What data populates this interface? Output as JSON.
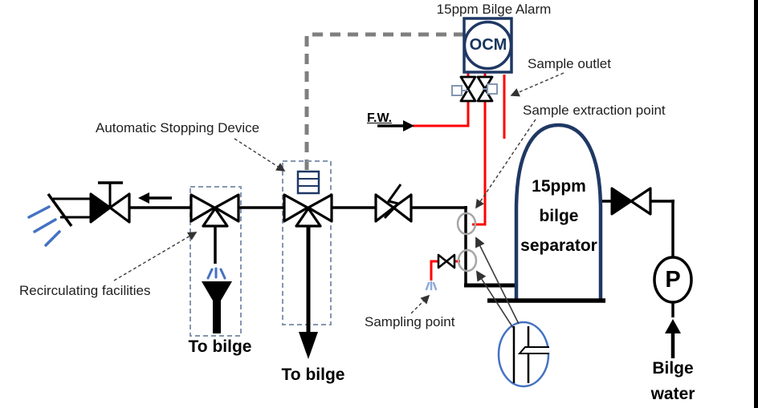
{
  "title": "15ppm Bilge Alarm",
  "ocm": "OCM",
  "labels": {
    "sample_outlet": "Sample outlet",
    "sample_extraction_point": "Sample extraction point",
    "fresh_water": "F.W.",
    "automatic_stopping_device": "Automatic Stopping Device",
    "recirculating_facilities": "Recirculating facilities",
    "sampling_point": "Sampling point",
    "to_bilge_left": "To bilge",
    "to_bilge_center": "To bilge"
  },
  "separator": {
    "line1": "15ppm",
    "line2": "bilge",
    "line3": "separator"
  },
  "pump": "P",
  "bilge_water": {
    "line1": "Bilge",
    "line2": "water"
  },
  "colors": {
    "navy_outline": "#1f3864",
    "pipe_black": "#000000",
    "sample_line_red": "#ff0000",
    "signal_gray": "#7f7f7f",
    "dashed_enclosure_blue_gray": "#8496b0",
    "spray_blue": "#4472c4",
    "detail_circle_blue": "#4472c4",
    "extraction_circle_gray": "#a6a6a6"
  }
}
